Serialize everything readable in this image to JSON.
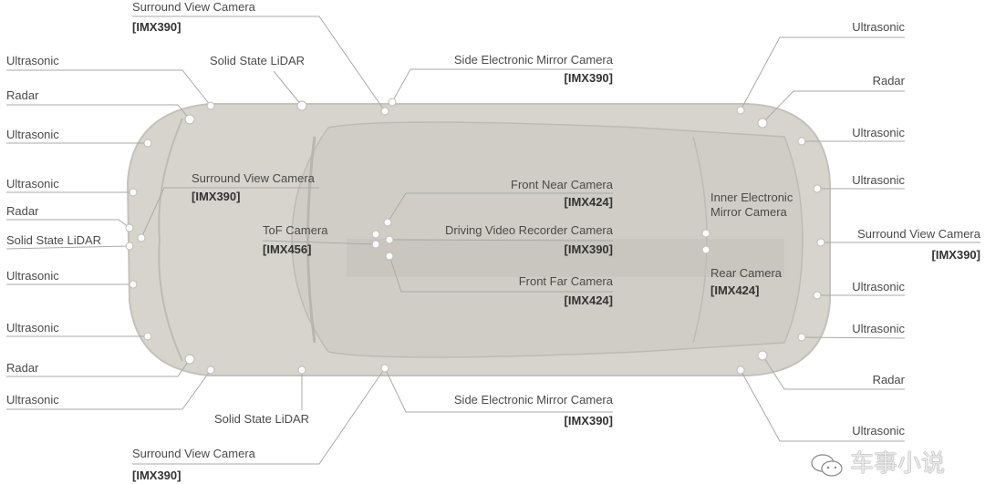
{
  "labels": {
    "sv_top": {
      "name": "Surround View Camera",
      "code": "[IMX390]"
    },
    "us_l1": "Ultrasonic",
    "radar_l1": "Radar",
    "us_l2": "Ultrasonic",
    "us_l3": "Ultrasonic",
    "radar_l2": "Radar",
    "lidar_front": "Solid State LiDAR",
    "us_l4": "Ultrasonic",
    "us_l5": "Ultrasonic",
    "radar_l3": "Radar",
    "us_l6": "Ultrasonic",
    "lidar_top": "Solid State LiDAR",
    "lidar_bottom": "Solid State LiDAR",
    "sv_bottom": {
      "name": "Surround View Camera",
      "code": "[IMX390]"
    },
    "sv_front": {
      "name": "Surround View Camera",
      "code": "[IMX390]"
    },
    "tof": {
      "name": "ToF Camera",
      "code": "[IMX456]"
    },
    "side_mirror_top": {
      "name": "Side Electronic Mirror Camera",
      "code": "[IMX390]"
    },
    "front_near": {
      "name": "Front Near Camera",
      "code": "[IMX424]"
    },
    "dvr": {
      "name": "Driving Video Recorder Camera",
      "code": "[IMX390]"
    },
    "front_far": {
      "name": "Front Far Camera",
      "code": "[IMX424]"
    },
    "side_mirror_bottom": {
      "name": "Side Electronic Mirror Camera",
      "code": "[IMX390]"
    },
    "inner_mirror": {
      "line1": "Inner Electronic",
      "line2": "Mirror Camera"
    },
    "rear_cam": {
      "name": "Rear Camera",
      "code": "[IMX424]"
    },
    "us_r1": "Ultrasonic",
    "radar_r1": "Radar",
    "us_r2": "Ultrasonic",
    "us_r3": "Ultrasonic",
    "sv_rear": {
      "name": "Surround View Camera",
      "code": "[IMX390]"
    },
    "us_r4": "Ultrasonic",
    "us_r5": "Ultrasonic",
    "radar_r2": "Radar",
    "us_r6": "Ultrasonic"
  },
  "watermark": "车事小说",
  "colors": {
    "car_body": "#d6d4cc",
    "line": "#aaaaaa",
    "text": "#4a4a4a"
  }
}
